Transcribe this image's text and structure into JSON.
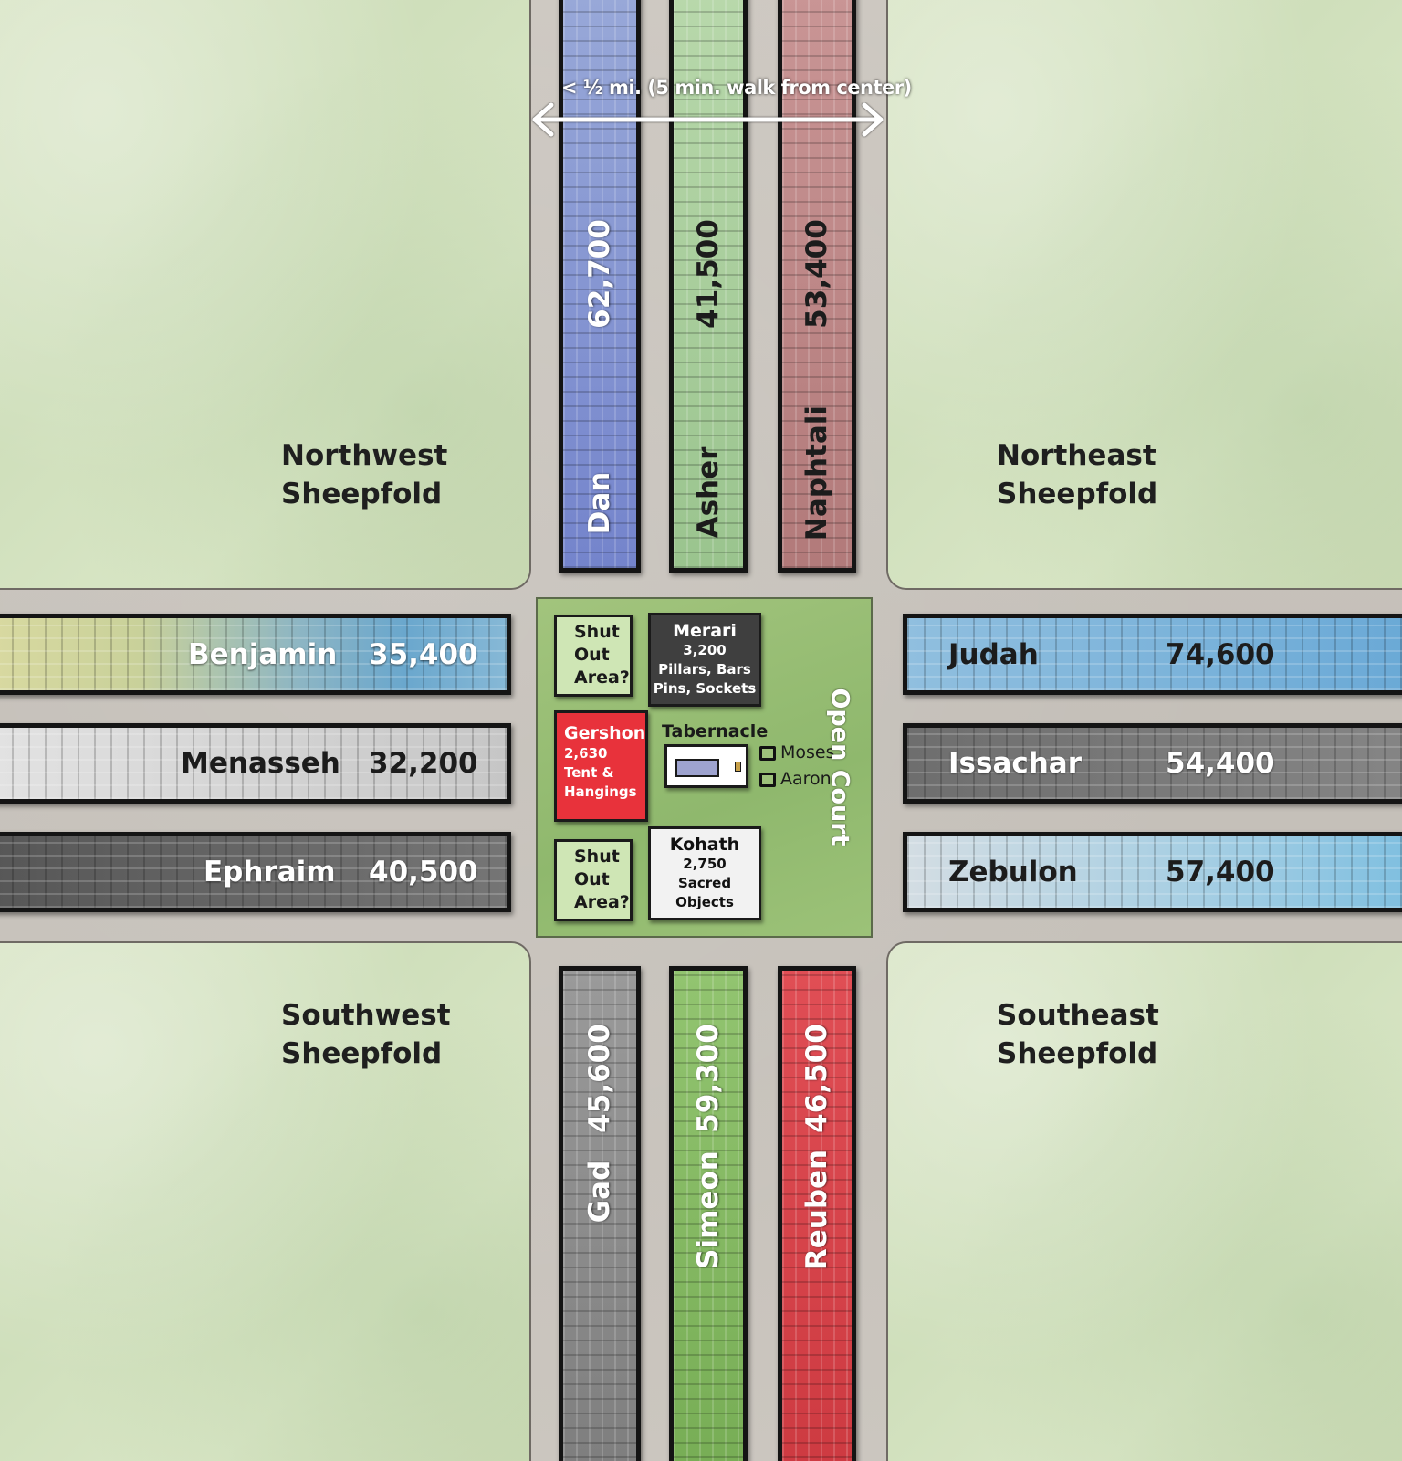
{
  "scale": {
    "label": "< ½ mi. (5 min. walk from center)"
  },
  "sheepfolds": {
    "nw": [
      "Northwest",
      "Sheepfold"
    ],
    "ne": [
      "Northeast",
      "Sheepfold"
    ],
    "sw": [
      "Southwest",
      "Sheepfold"
    ],
    "se": [
      "Southeast",
      "Sheepfold"
    ]
  },
  "tribes": {
    "north": [
      {
        "name": "Dan",
        "count": "62,700"
      },
      {
        "name": "Asher",
        "count": "41,500"
      },
      {
        "name": "Naphtali",
        "count": "53,400"
      }
    ],
    "south": [
      {
        "name": "Gad",
        "count": "45,600"
      },
      {
        "name": "Simeon",
        "count": "59,300"
      },
      {
        "name": "Reuben",
        "count": "46,500"
      }
    ],
    "west": [
      {
        "name": "Benjamin",
        "count": "35,400"
      },
      {
        "name": "Menasseh",
        "count": "32,200"
      },
      {
        "name": "Ephraim",
        "count": "40,500"
      }
    ],
    "east": [
      {
        "name": "Judah",
        "count": "74,600"
      },
      {
        "name": "Issachar",
        "count": "54,400"
      },
      {
        "name": "Zebulon",
        "count": "57,400"
      }
    ]
  },
  "court": {
    "shut_out": [
      "Shut",
      "Out",
      "Area?"
    ],
    "merari": {
      "name": "Merari",
      "count": "3,200",
      "line1": "Pillars, Bars",
      "line2": "Pins, Sockets"
    },
    "gershon": {
      "name": "Gershon",
      "count": "2,630",
      "line1": "Tent &",
      "line2": "Hangings"
    },
    "kohath": {
      "name": "Kohath",
      "count": "2,750",
      "line1": "Sacred",
      "line2": "Objects"
    },
    "tabernacle": "Tabernacle",
    "moses": "Moses",
    "aaron": "Aaron",
    "open_court": "Open Court"
  },
  "colors": {
    "dan": "#7f8fd0",
    "asher": "#a6cc9a",
    "naphtali": "#c08383",
    "gad": "#8e8e8e",
    "simeon": "#86b865",
    "reuben": "#d8434a",
    "menasseh": "#cfcfcf",
    "ephraim": "#6d6d6d",
    "judah": "#7fb3da",
    "issachar": "#767676",
    "zebulon": "#bcd6e6"
  }
}
